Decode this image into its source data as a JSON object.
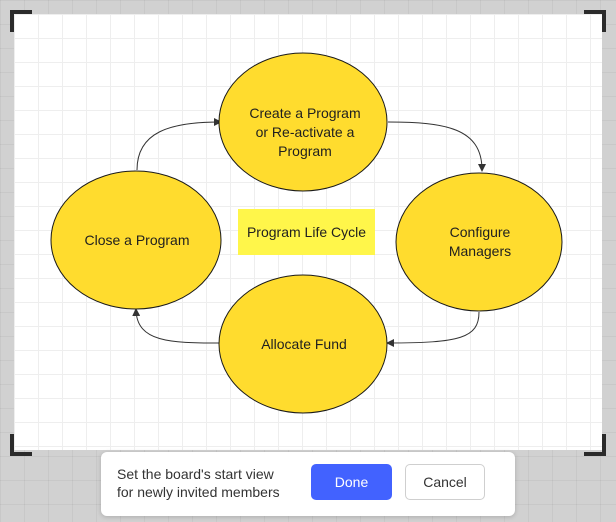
{
  "diagram": {
    "center_title": "Program Life Cycle",
    "nodes": {
      "create": "Create a Program\nor Re-activate a\nProgram",
      "configure": "Configure\nManagers",
      "allocate": "Allocate Fund",
      "close": "Close a Program"
    },
    "flow": [
      "create",
      "configure",
      "allocate",
      "close"
    ]
  },
  "toolbar": {
    "message": "Set the board's start view\nfor newly invited members",
    "done_label": "Done",
    "cancel_label": "Cancel"
  },
  "colors": {
    "node_fill": "#FFDC2E",
    "node_stroke": "#1a1a1a",
    "title_highlight": "#FFF64A",
    "primary_button": "#4262FF",
    "canvas_background": "#D1D1D1"
  }
}
